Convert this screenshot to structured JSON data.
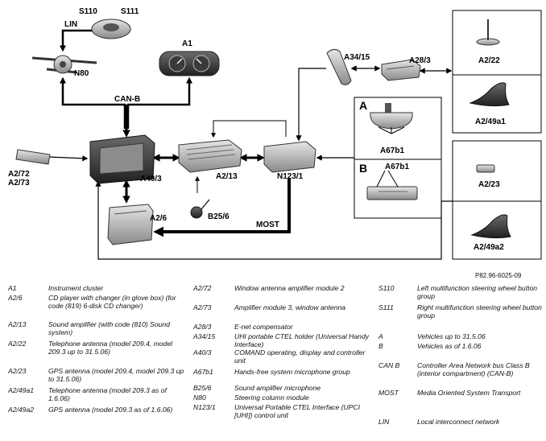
{
  "labels": {
    "s110": "S110",
    "s111": "S111",
    "lin": "LIN",
    "n80": "N80",
    "a1": "A1",
    "can_b": "CAN-B",
    "a34_15": "A34/15",
    "a28_3": "A28/3",
    "a2_22": "A2/22",
    "a2_49a1": "A2/49a1",
    "panel_a": "A",
    "panel_b": "B",
    "a67b1_a": "A67b1",
    "a67b1_b": "A67b1",
    "a2_72": "A2/72",
    "a2_73": "A2/73",
    "a40_3": "A40/3",
    "a2_13": "A2/13",
    "n123_1": "N123/1",
    "a2_23": "A2/23",
    "a2_6": "A2/6",
    "b25_6": "B25/6",
    "most": "MOST",
    "a2_49a2": "A2/49a2"
  },
  "figure_id": "P82.96-6025-09",
  "legend": {
    "col1": [
      {
        "code": "A1",
        "desc": "Instrument cluster"
      },
      {
        "code": "A2/6",
        "desc": "CD player with changer (in glove box) (for code (819) 6-disk CD changer)"
      },
      {
        "code": "A2/13",
        "desc": "Sound amplifier (with code (810) Sound system)"
      },
      {
        "code": "A2/22",
        "desc": "Telephone antenna (model 209.4, model 209.3 up to 31.5.06)"
      },
      {
        "code": "A2/23",
        "desc": "GPS antenna (model 209.4, model 209.3 up to 31.5.06)"
      },
      {
        "code": "A2/49a1",
        "desc": "Telephone antenna (model 209.3 as of 1.6.06)"
      },
      {
        "code": "A2/49a2",
        "desc": "GPS antenna (model 209.3 as of 1.6.06)"
      }
    ],
    "col2": [
      {
        "code": "A2/72",
        "desc": "Window antenna amplifier module 2"
      },
      {
        "code": "A2/73",
        "desc": "Amplifier module 3, window antenna"
      },
      {
        "code": "A28/3",
        "desc": "E-net compensator"
      },
      {
        "code": "A34/15",
        "desc": "UHI portable CTEL holder (Universal Handy Interface)"
      },
      {
        "code": "A40/3",
        "desc": "COMAND operating, display and controller unit"
      },
      {
        "code": "A67b1",
        "desc": "Hands-free system microphone group"
      },
      {
        "code": "B25/6",
        "desc": "Sound amplifier microphone"
      },
      {
        "code": "N80",
        "desc": "Steering column module"
      },
      {
        "code": "N123/1",
        "desc": "Universal Portable CTEL Interface (UPCI [UHI]) control unit"
      }
    ],
    "col3": [
      {
        "code": "S110",
        "desc": "Left multifunction steering wheel button group"
      },
      {
        "code": "S111",
        "desc": "Right multifunction steering wheel button group"
      },
      {
        "code": "A",
        "desc": "Vehicles up to 31.5.06"
      },
      {
        "code": "B",
        "desc": "Vehicles as of 1.6.06"
      },
      {
        "code": "CAN B",
        "desc": "Controller Area Network bus Class B (interior compartment) (CAN-B)"
      },
      {
        "code": "MOST",
        "desc": "Media Oriented System Transport"
      },
      {
        "code": "LIN",
        "desc": "Local interconnect network"
      }
    ]
  }
}
